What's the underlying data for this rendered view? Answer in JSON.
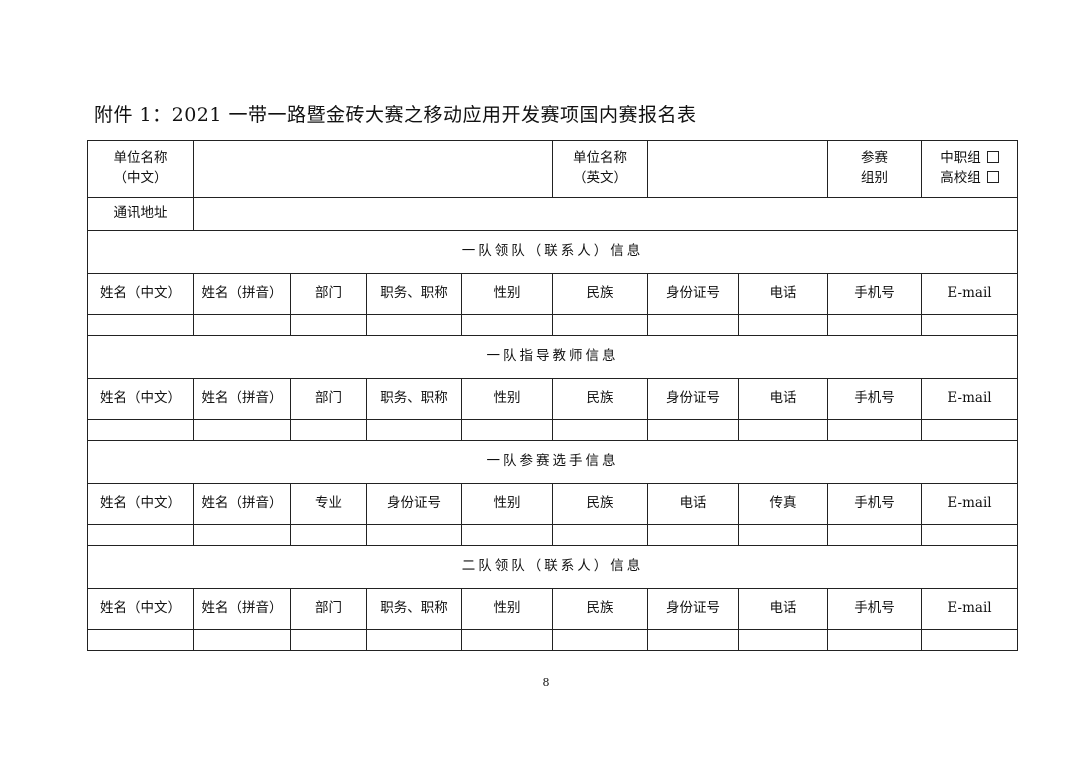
{
  "title": "附件 1：2021 一带一路暨金砖大赛之移动应用开发赛项国内赛报名表",
  "unit": {
    "name_cn_label": "单位名称",
    "name_cn_sub": "（中文）",
    "name_en_label": "单位名称",
    "name_en_sub": "（英文）",
    "group_label_1": "参赛",
    "group_label_2": "组别",
    "option_secondary": "中职组",
    "option_college": "高校组",
    "address_label": "通讯地址"
  },
  "sections": [
    {
      "title": "一队领队（联系人）信息",
      "headers": [
        "姓名（中文）",
        "姓名（拼音）",
        "部门",
        "职务、职称",
        "性别",
        "民族",
        "身份证号",
        "电话",
        "手机号",
        "E-mail"
      ]
    },
    {
      "title": "一队指导教师信息",
      "headers": [
        "姓名（中文）",
        "姓名（拼音）",
        "部门",
        "职务、职称",
        "性别",
        "民族",
        "身份证号",
        "电话",
        "手机号",
        "E-mail"
      ]
    },
    {
      "title": "一队参赛选手信息",
      "headers": [
        "姓名（中文）",
        "姓名（拼音）",
        "专业",
        "身份证号",
        "性别",
        "民族",
        "电话",
        "传真",
        "手机号",
        "E-mail"
      ]
    },
    {
      "title": "二队领队（联系人）信息",
      "headers": [
        "姓名（中文）",
        "姓名（拼音）",
        "部门",
        "职务、职称",
        "性别",
        "民族",
        "身份证号",
        "电话",
        "手机号",
        "E-mail"
      ]
    }
  ],
  "page_number": "8"
}
